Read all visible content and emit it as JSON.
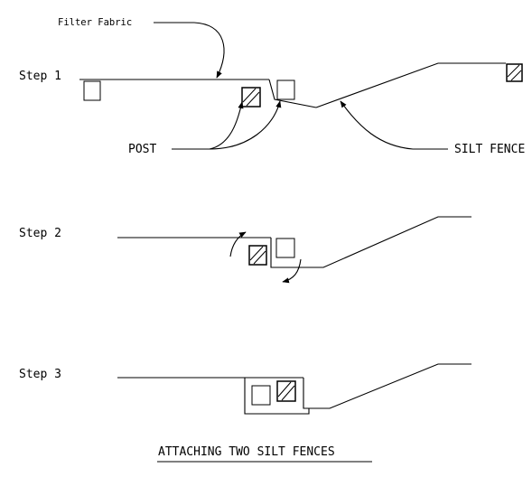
{
  "labels": {
    "filter_fabric": "Filter Fabric",
    "step1": "Step 1",
    "step2": "Step 2",
    "step3": "Step 3",
    "post": "POST",
    "silt_fence": "SILT FENCE",
    "title": "ATTACHING TWO SILT FENCES"
  },
  "colors": {
    "ink": "#000000",
    "background": "#ffffff"
  }
}
